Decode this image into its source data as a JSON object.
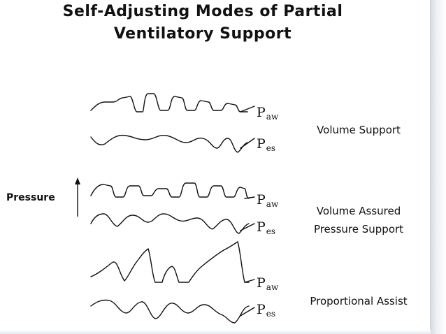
{
  "title_line1": "Self-Adjusting Modes of Partial",
  "title_line2": "Ventilatory Support",
  "axis_label": "Pressure",
  "signals": {
    "paw_main": "P",
    "paw_sub": "aw",
    "pes_main": "P",
    "pes_sub": "es"
  },
  "modes": [
    {
      "label_line1": "Volume Support",
      "label_line2": ""
    },
    {
      "label_line1": "Volume Assured",
      "label_line2": "Pressure Support"
    },
    {
      "label_line1": "Proportional Assist",
      "label_line2": ""
    }
  ],
  "icons": {
    "axis_arrow": "up-arrow-icon"
  },
  "colors": {
    "ink": "#111111",
    "background": "#ffffff"
  }
}
